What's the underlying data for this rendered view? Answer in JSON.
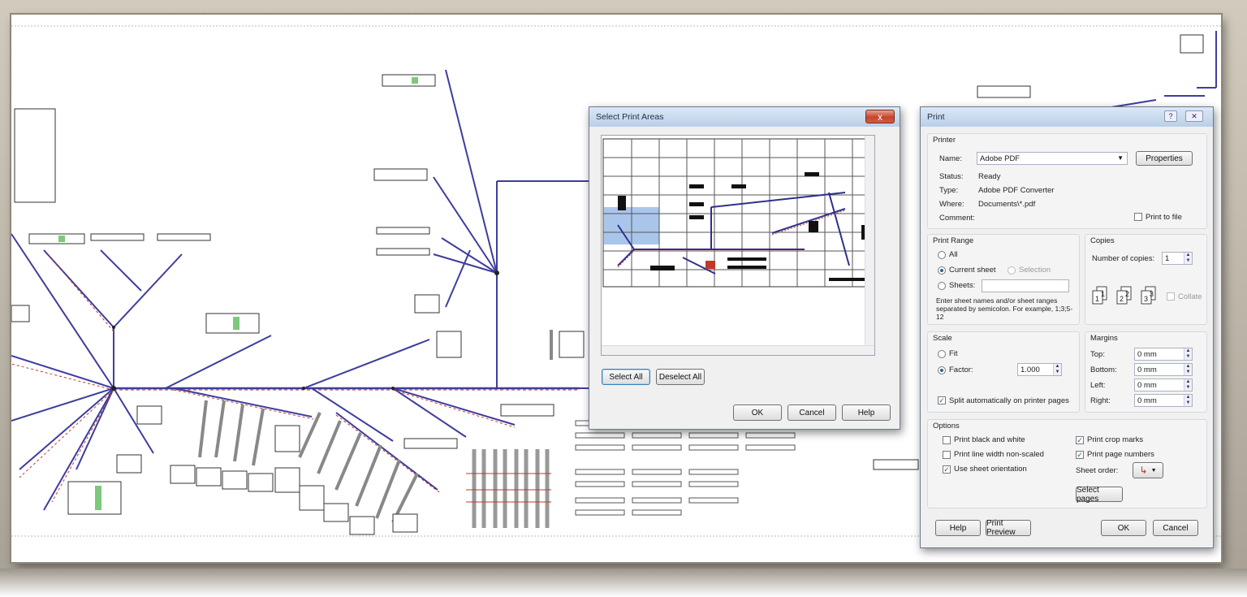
{
  "select_print_areas": {
    "title": "Select Print Areas",
    "close_glyph": "x",
    "select_all": "Select All",
    "deselect_all": "Deselect All",
    "ok": "OK",
    "cancel": "Cancel",
    "help": "Help"
  },
  "print": {
    "title": "Print",
    "printer": {
      "group": "Printer",
      "name_label": "Name:",
      "name_value": "Adobe PDF",
      "properties": "Properties",
      "status_label": "Status:",
      "status_value": "Ready",
      "type_label": "Type:",
      "type_value": "Adobe PDF Converter",
      "where_label": "Where:",
      "where_value": "Documents\\*.pdf",
      "comment_label": "Comment:",
      "print_to_file": "Print to file"
    },
    "print_range": {
      "group": "Print Range",
      "all": "All",
      "current_sheet": "Current sheet",
      "selection": "Selection",
      "sheets": "Sheets:",
      "hint": "Enter sheet names and/or sheet ranges separated by semicolon. For example, 1;3;5-12"
    },
    "copies": {
      "group": "Copies",
      "number_label": "Number of copies:",
      "number_value": "1",
      "collate": "Collate"
    },
    "scale": {
      "group": "Scale",
      "fit": "Fit",
      "factor": "Factor:",
      "factor_value": "1.000",
      "split": "Split automatically on printer pages"
    },
    "margins": {
      "group": "Margins",
      "top_label": "Top:",
      "top_value": "0 mm",
      "bottom_label": "Bottom:",
      "bottom_value": "0 mm",
      "left_label": "Left:",
      "left_value": "0 mm",
      "right_label": "Right:",
      "right_value": "0 mm"
    },
    "options": {
      "group": "Options",
      "black_white": "Print black and white",
      "line_width": "Print line width non-scaled",
      "sheet_orientation": "Use sheet orientation",
      "crop_marks": "Print crop marks",
      "page_numbers": "Print page numbers",
      "sheet_order": "Sheet order:",
      "select_pages": "Select pages"
    },
    "help": "Help",
    "print_preview": "Print Preview",
    "ok": "OK",
    "cancel": "Cancel"
  },
  "colors": {
    "wire_blue": "#3d3d9e",
    "wire_red": "#c0392b",
    "wire_grey": "#666666",
    "preview_highlight": "#a9c6ea"
  }
}
